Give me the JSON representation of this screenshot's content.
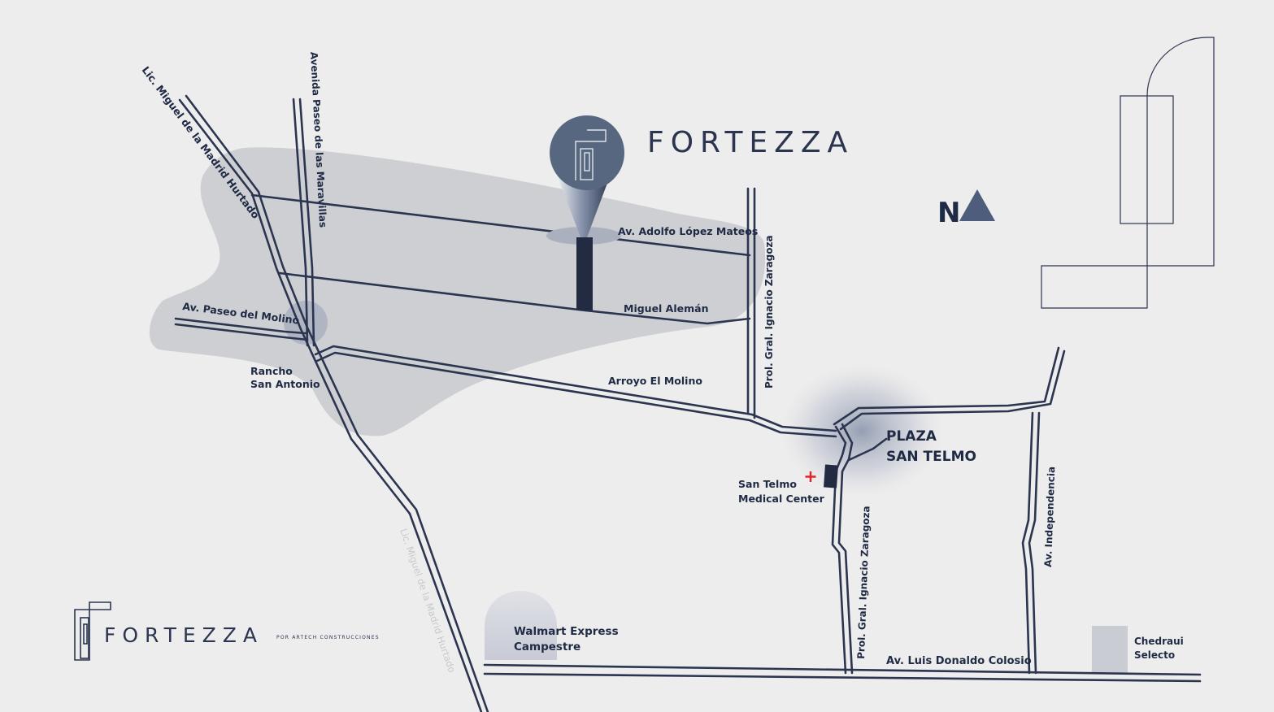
{
  "brand": {
    "name": "FORTEZZA",
    "tagline": "POR ARTECH CONSTRUCCIONES"
  },
  "compass": {
    "label": "N"
  },
  "roads": {
    "lic_miguel": "Lic. Miguel de la Madrid Hurtado",
    "lic_miguel_faded": "Lic. Miguel de la Madrid Hurtado",
    "avenida_paseo": "Avenida Paseo de las Maravillas",
    "adolfo": "Av. Adolfo López Mateos",
    "miguel_aleman": "Miguel Alemán",
    "paseo_molino": "Av. Paseo del Molino",
    "arroyo": "Arroyo El Molino",
    "prol_zaragoza_1": "Prol. Gral. Ignacio Zaragoza",
    "prol_zaragoza_2": "Prol. Gral. Ignacio Zaragoza",
    "independencia": "Av. Independencia",
    "colosio": "Av. Luis Donaldo Colosio"
  },
  "places": {
    "rancho": [
      "Rancho",
      "San Antonio"
    ],
    "plaza": [
      "PLAZA",
      "SAN TELMO"
    ],
    "medical": [
      "San Telmo",
      "Medical Center"
    ],
    "walmart": [
      "Walmart Express",
      "Campestre"
    ],
    "chedraui": [
      "Chedraui",
      "Selecto"
    ]
  },
  "colors": {
    "road": "#2b3550",
    "zone": "#cdcfd3",
    "pin": "#56677f",
    "background": "#eeeded",
    "medical_cross": "#e0262b"
  }
}
